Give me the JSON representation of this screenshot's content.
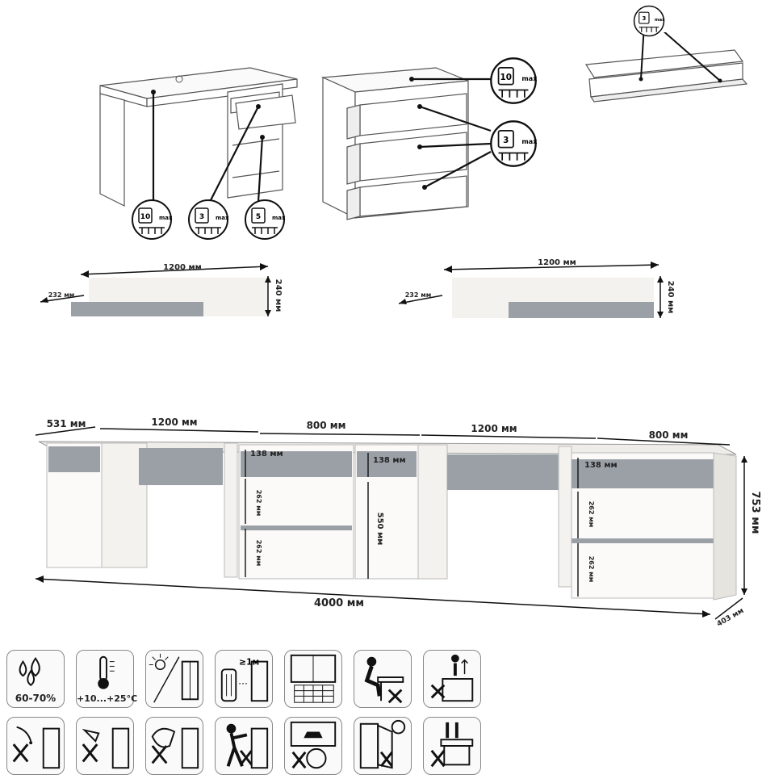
{
  "load_badges": {
    "desk_top": {
      "value": "10",
      "unit": "kg",
      "label": "max"
    },
    "desk_drawer": {
      "value": "3",
      "unit": "kg",
      "label": "max"
    },
    "desk_shelf": {
      "value": "5",
      "unit": "kg",
      "label": "max"
    },
    "chest_top": {
      "value": "10",
      "unit": "kg",
      "label": "max"
    },
    "chest_drawers": {
      "value": "3",
      "unit": "kg",
      "label": "max"
    },
    "wall_shelf": {
      "value": "3",
      "unit": "kg",
      "label": "max"
    }
  },
  "shelf_dims": {
    "left": {
      "width": "1200 мм",
      "depth": "232 мм",
      "height": "240 мм"
    },
    "right": {
      "width": "1200 мм",
      "depth": "232 мм",
      "height": "240 мм"
    }
  },
  "assembly_dims": {
    "top_segments": [
      "531 мм",
      "1200 мм",
      "800 мм",
      "1200 мм",
      "800 мм"
    ],
    "drawer_heights": [
      "138 мм",
      "262 мм",
      "262 мм",
      "138 мм",
      "550 мм",
      "138 мм",
      "262 мм",
      "262 мм"
    ],
    "total_width": "4000 мм",
    "height": "753 мм",
    "depth": "403 мм"
  },
  "care_icons": {
    "humidity": "60-70%",
    "temperature": "+10...+25",
    "temperature_unit": "°C",
    "distance": "≥1м"
  },
  "colors": {
    "panel": "#f4f2ee",
    "accent_grey": "#9aa0a6",
    "line": "#333333"
  }
}
